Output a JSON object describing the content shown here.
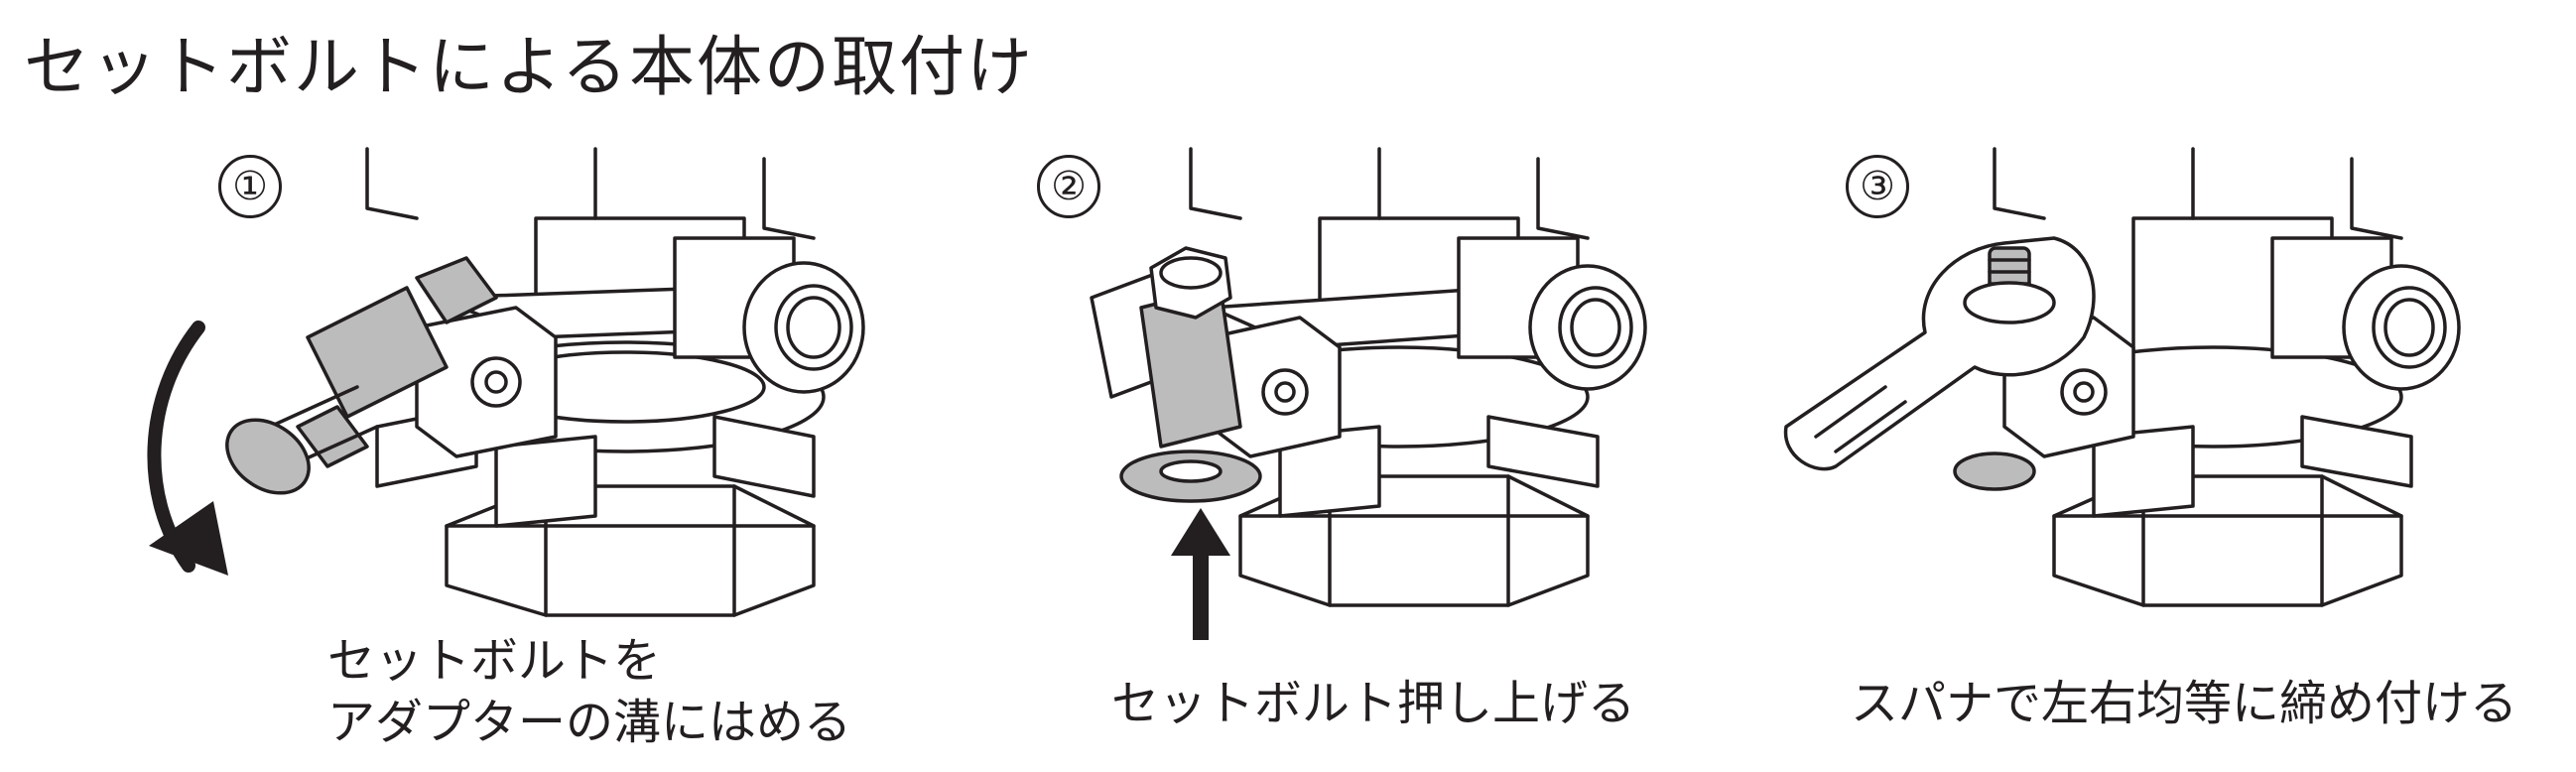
{
  "title": "セットボルトによる本体の取付け",
  "steps": [
    {
      "number": "①",
      "caption_lines": [
        "セットボルトを",
        "アダプターの溝にはめる"
      ]
    },
    {
      "number": "②",
      "caption_lines": [
        "セットボルト押し上げる"
      ]
    },
    {
      "number": "③",
      "caption_lines": [
        "スパナで左右均等に締め付ける"
      ]
    }
  ]
}
